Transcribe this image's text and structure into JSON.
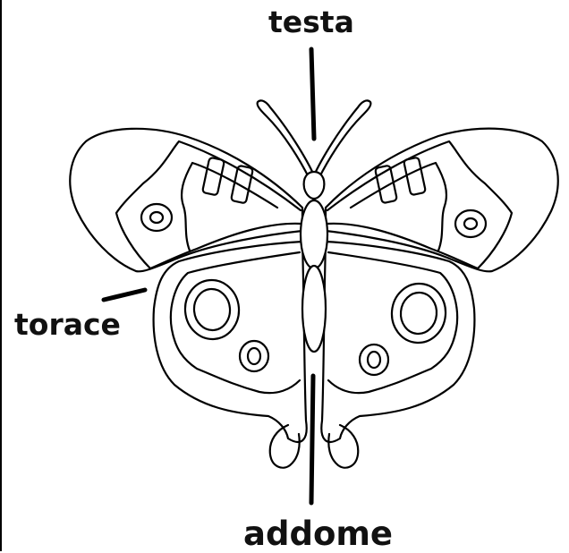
{
  "labels": {
    "head": "testa",
    "thorax": "torace",
    "abdomen": "addome"
  },
  "colors": {
    "outline": "#000000",
    "background": "#ffffff"
  }
}
